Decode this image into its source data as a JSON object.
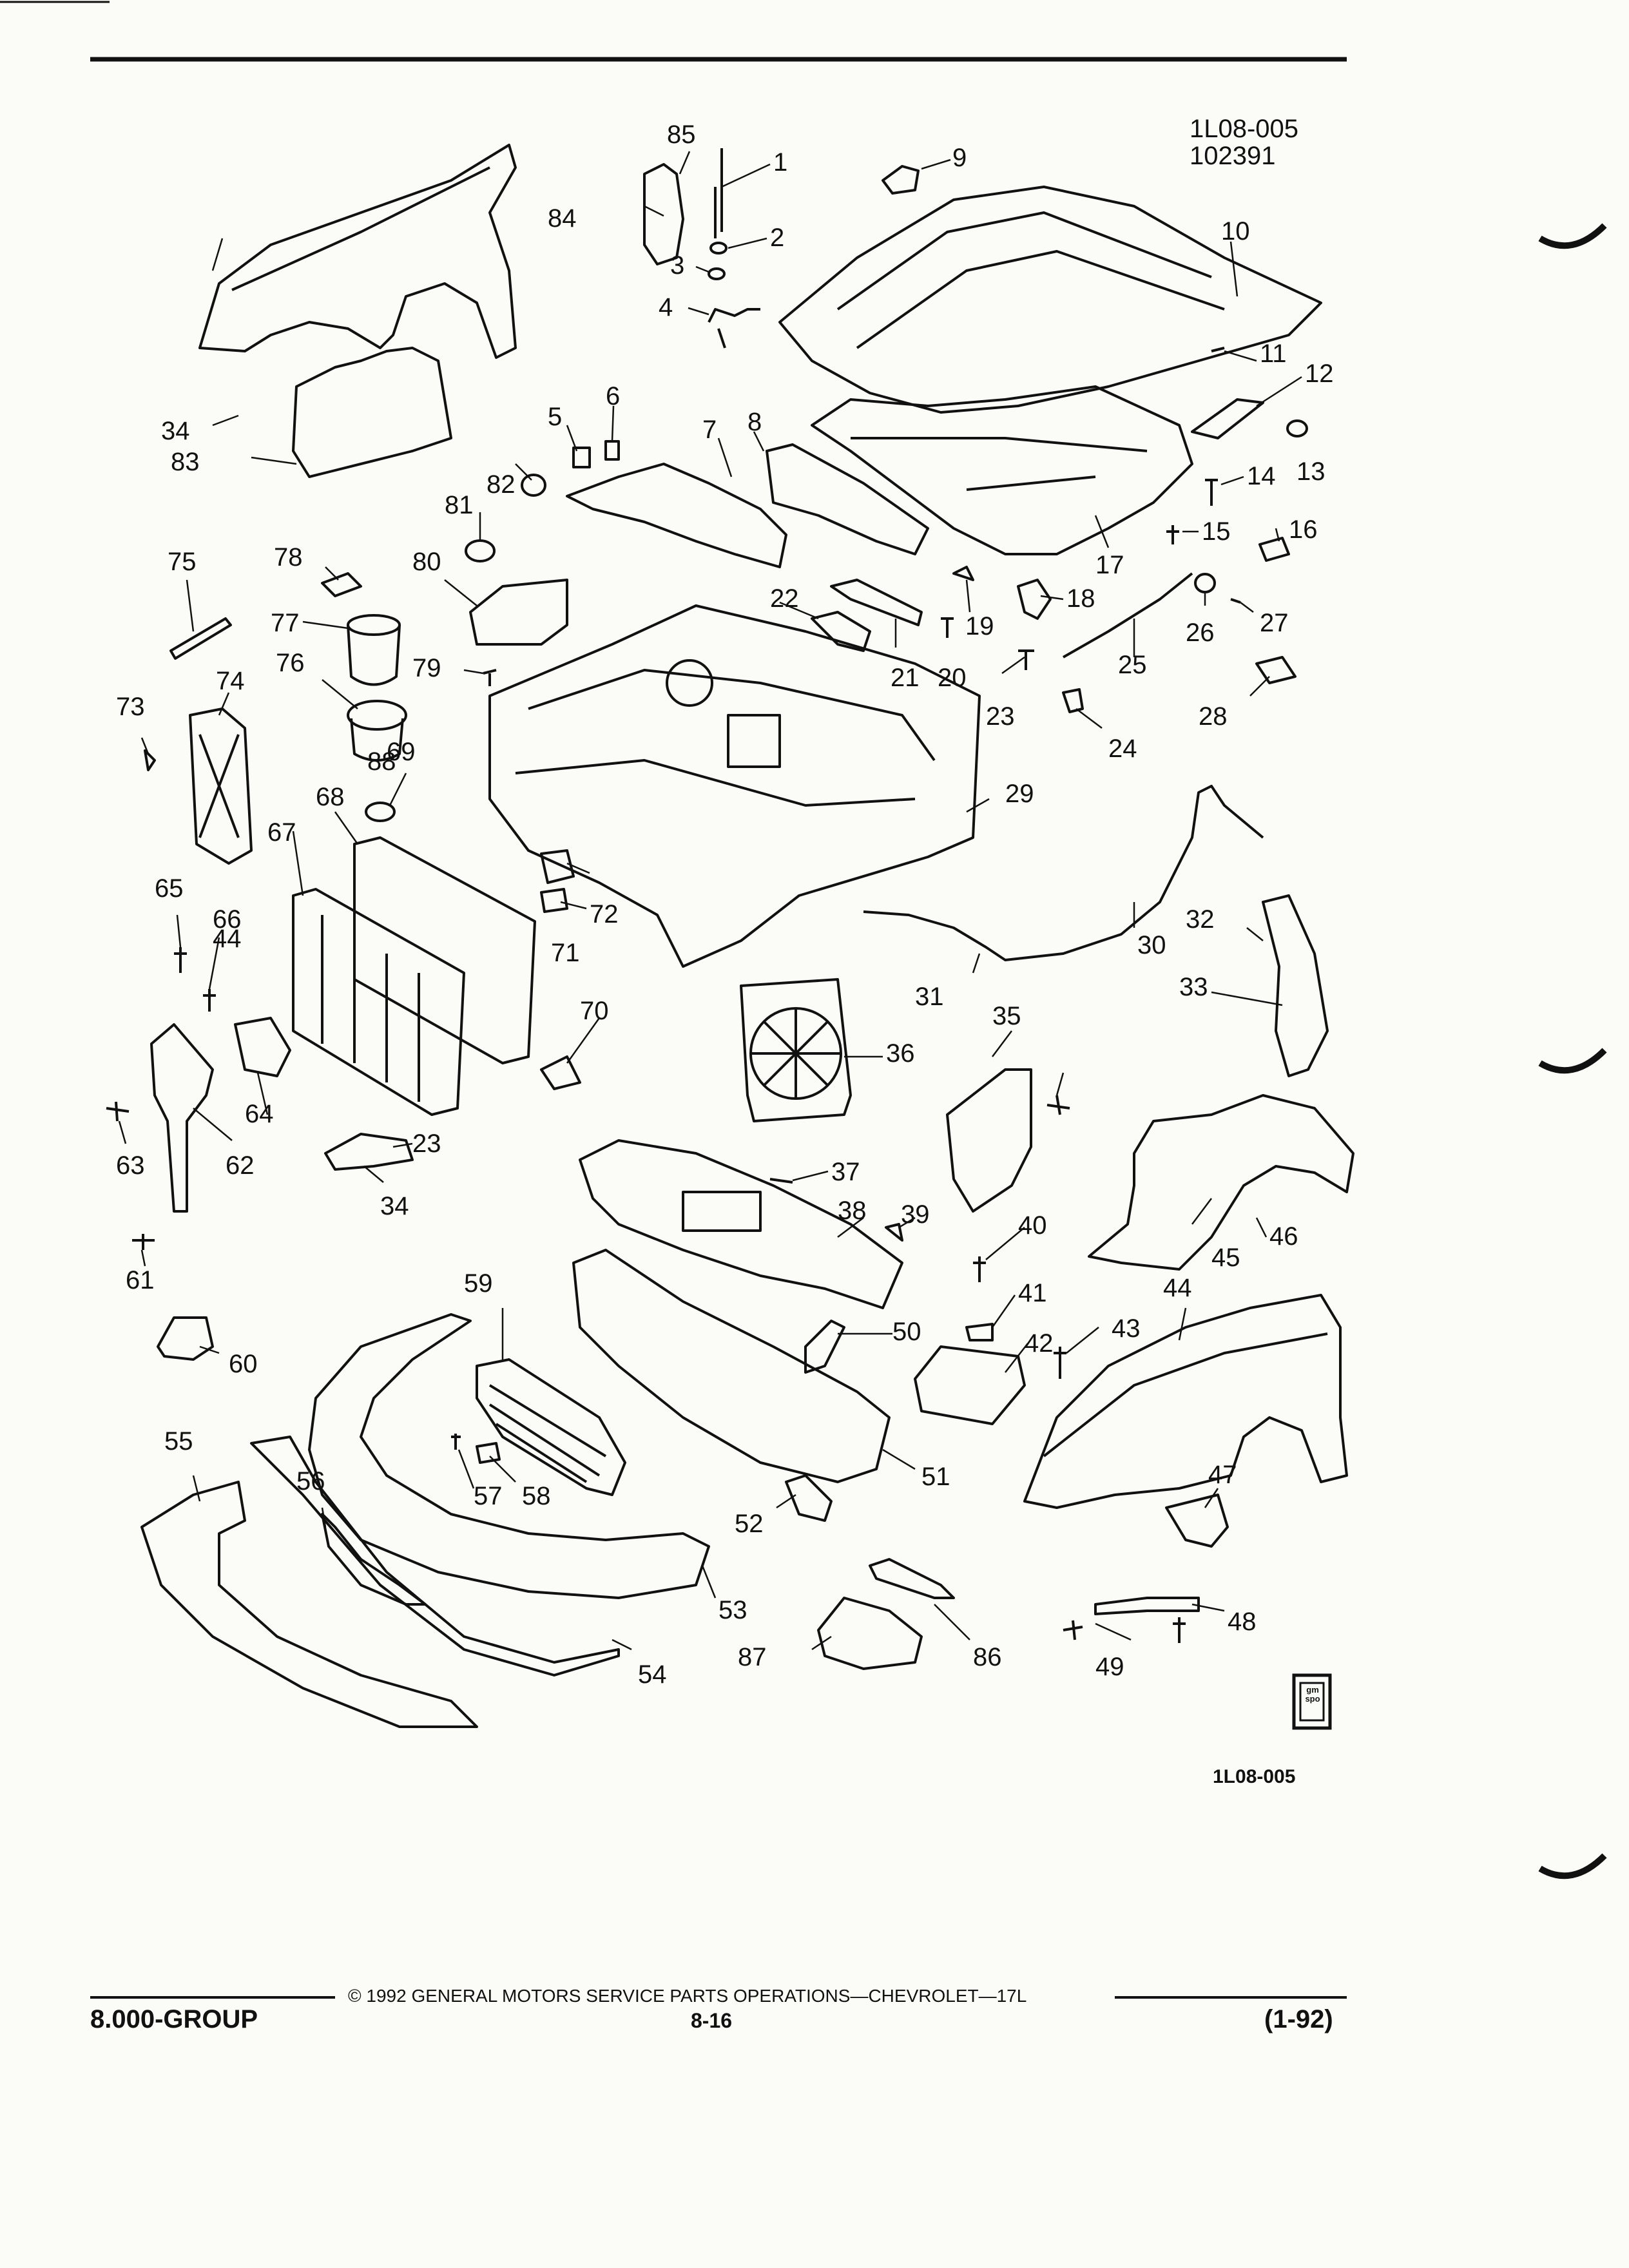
{
  "figure_code": "1L08-005",
  "figure_date": "102391",
  "figure_code_bottom": "1L08-005",
  "gmspo_badge": "gm spo",
  "footer": {
    "copyright": "© 1992 GENERAL MOTORS SERVICE PARTS OPERATIONS—CHEVROLET—17L",
    "group": "8.000-GROUP",
    "page": "8-16",
    "revision": "(1-92)"
  },
  "callouts": [
    {
      "label": "1"
    },
    {
      "label": "2"
    },
    {
      "label": "3"
    },
    {
      "label": "4"
    },
    {
      "label": "5"
    },
    {
      "label": "6"
    },
    {
      "label": "7"
    },
    {
      "label": "8"
    },
    {
      "label": "9"
    },
    {
      "label": "10"
    },
    {
      "label": "11"
    },
    {
      "label": "12"
    },
    {
      "label": "13"
    },
    {
      "label": "14"
    },
    {
      "label": "15"
    },
    {
      "label": "16"
    },
    {
      "label": "17"
    },
    {
      "label": "18"
    },
    {
      "label": "19"
    },
    {
      "label": "20"
    },
    {
      "label": "21"
    },
    {
      "label": "22"
    },
    {
      "label": "23"
    },
    {
      "label": "24"
    },
    {
      "label": "25"
    },
    {
      "label": "26"
    },
    {
      "label": "27"
    },
    {
      "label": "28"
    },
    {
      "label": "29"
    },
    {
      "label": "30"
    },
    {
      "label": "31"
    },
    {
      "label": "32"
    },
    {
      "label": "33"
    },
    {
      "label": "34"
    },
    {
      "label": "35"
    },
    {
      "label": "36"
    },
    {
      "label": "37"
    },
    {
      "label": "38"
    },
    {
      "label": "39"
    },
    {
      "label": "40"
    },
    {
      "label": "41"
    },
    {
      "label": "42"
    },
    {
      "label": "43"
    },
    {
      "label": "44"
    },
    {
      "label": "45"
    },
    {
      "label": "46"
    },
    {
      "label": "47"
    },
    {
      "label": "48"
    },
    {
      "label": "49"
    },
    {
      "label": "50"
    },
    {
      "label": "51"
    },
    {
      "label": "52"
    },
    {
      "label": "53"
    },
    {
      "label": "54"
    },
    {
      "label": "55"
    },
    {
      "label": "56"
    },
    {
      "label": "57"
    },
    {
      "label": "58"
    },
    {
      "label": "59"
    },
    {
      "label": "60"
    },
    {
      "label": "61"
    },
    {
      "label": "62"
    },
    {
      "label": "63"
    },
    {
      "label": "64"
    },
    {
      "label": "65"
    },
    {
      "label": "66"
    },
    {
      "label": "67"
    },
    {
      "label": "68"
    },
    {
      "label": "69"
    },
    {
      "label": "70"
    },
    {
      "label": "71"
    },
    {
      "label": "72"
    },
    {
      "label": "73"
    },
    {
      "label": "74"
    },
    {
      "label": "75"
    },
    {
      "label": "76"
    },
    {
      "label": "77"
    },
    {
      "label": "78"
    },
    {
      "label": "79"
    },
    {
      "label": "80"
    },
    {
      "label": "81"
    },
    {
      "label": "82"
    },
    {
      "label": "83"
    },
    {
      "label": "84"
    },
    {
      "label": "85"
    },
    {
      "label": "86"
    },
    {
      "label": "87"
    },
    {
      "label": "88"
    },
    {
      "label": "23"
    },
    {
      "label": "34"
    },
    {
      "label": "44"
    }
  ]
}
